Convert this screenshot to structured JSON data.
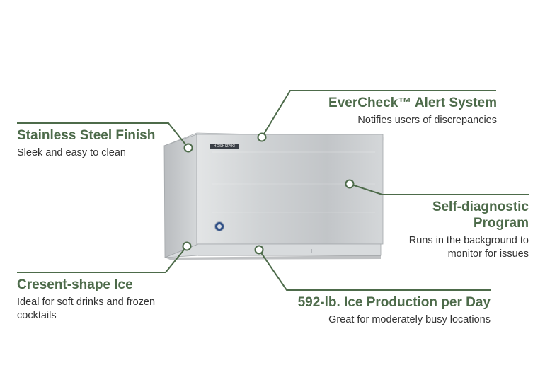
{
  "brand": {
    "plate_label": "HOSHIZAKI"
  },
  "colors": {
    "accent_green": "#4d6b4a",
    "text": "#333333",
    "steel": "#c9ccce"
  },
  "features": {
    "stainless": {
      "title": "Stainless Steel Finish",
      "desc": "Sleek and easy to clean"
    },
    "evercheck": {
      "title": "EverCheck™ Alert System",
      "desc": "Notifies users of discrepancies"
    },
    "selfdiag": {
      "title": "Self-diagnostic Program",
      "desc": "Runs in the background to monitor for issues"
    },
    "crescent": {
      "title": "Cresent-shape Ice",
      "desc": "Ideal for soft drinks and frozen cocktails"
    },
    "ice": {
      "title": "592-lb. Ice Production per Day",
      "desc": "Great for moderately busy locations"
    }
  }
}
